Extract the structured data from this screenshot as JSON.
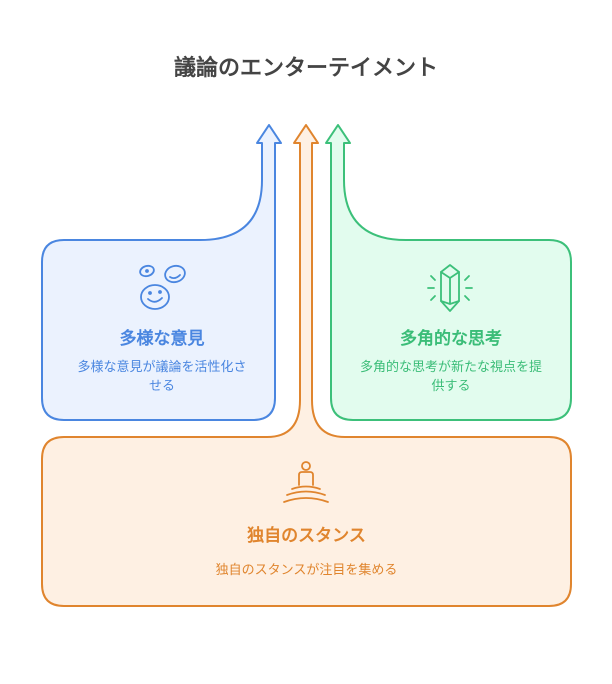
{
  "title": "議論のエンターテイメント",
  "colors": {
    "blue": "#4a86e0",
    "green": "#3cc07a",
    "orange": "#e0852e"
  },
  "sections": [
    {
      "id": "diverse",
      "heading": "多様な意見",
      "description": "多様な意見が議論を活性化させる",
      "icon": "smiling-faces-icon"
    },
    {
      "id": "multi",
      "heading": "多角的な思考",
      "description": "多角的な思考が新たな視点を提供する",
      "icon": "crystal-icon"
    },
    {
      "id": "unique",
      "heading": "独自のスタンス",
      "description": "独自のスタンスが注目を集める",
      "icon": "meditation-icon"
    }
  ]
}
